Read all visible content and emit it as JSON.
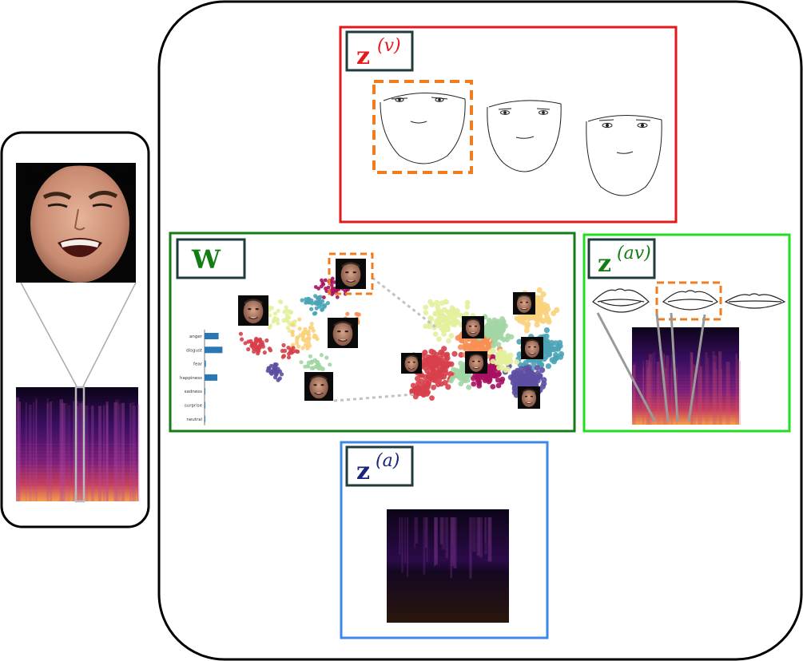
{
  "colors": {
    "visual_box": "#e31a1c",
    "audiovisual_box": "#22dd22",
    "w_box": "#137d13",
    "audio_box": "#3b88e8",
    "highlight": "#f07c1e",
    "label_border": "#1f3b3b",
    "bars": "#2b77b4",
    "frame": "#000000"
  },
  "labels": {
    "z_v_base": "z",
    "z_v_sup": "(v)",
    "w": "W",
    "z_av_base": "z",
    "z_av_sup": "(av)",
    "z_a_base": "z",
    "z_a_sup": "(a)"
  },
  "emotion_bars": {
    "categories": [
      "anger",
      "disgust",
      "fear",
      "happiness",
      "sadness",
      "surprise",
      "neutral"
    ],
    "values": [
      0.55,
      0.7,
      0.05,
      0.5,
      0.03,
      0.03,
      0.03
    ]
  },
  "scatter": {
    "palette": [
      "#d7404a",
      "#f69055",
      "#fbd27c",
      "#e4ef9c",
      "#a2d6a4",
      "#4aa3b6",
      "#5e4fa2",
      "#a7115f"
    ]
  },
  "icons": {
    "input_face": "face-photo-icon",
    "input_spectrogram": "spectrogram-icon",
    "mouth_shapes": "mouth-outline-icon",
    "face_outlines": "face-outline-icon"
  }
}
